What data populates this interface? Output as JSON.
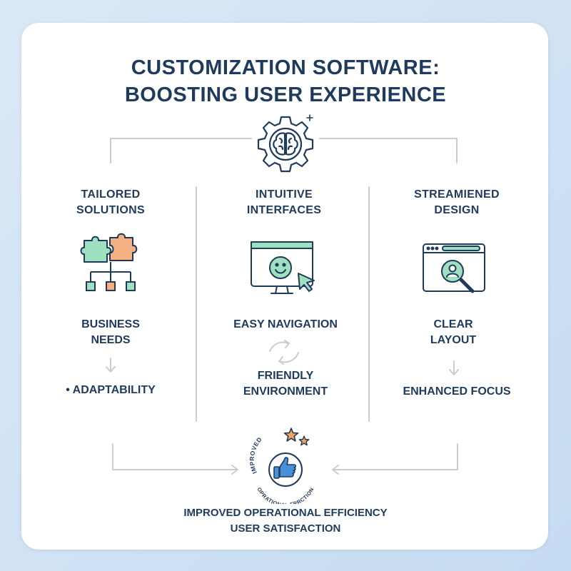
{
  "title": {
    "line1": "CUSTOMIZATION SOFTWARE:",
    "line2": "BOOSTING USER EXPERIENCE"
  },
  "hub_icon": "gear-brain-icon",
  "columns": [
    {
      "title_line1": "TAILORED",
      "title_line2": "SOLUTIONS",
      "icon": "puzzle-hierarchy-icon",
      "item1_line1": "BUSINESS",
      "item1_line2": "NEEDS",
      "item2": "• ADAPTABILITY"
    },
    {
      "title_line1": "INTUITIVE",
      "title_line2": "INTERFACES",
      "icon": "monitor-smiley-cursor-icon",
      "item1": "EASY NAVIGATION",
      "item2_line1": "FRIENDLY",
      "item2_line2": "ENVIRONMENT"
    },
    {
      "title_line1": "STREAMIENED",
      "title_line2": "DESIGN",
      "icon": "browser-magnifier-icon",
      "item1_line1": "CLEAR",
      "item1_line2": "LAYOUT",
      "item2": "ENHANCED FOCUS"
    }
  ],
  "badge": {
    "icon": "thumbs-up-stars-icon",
    "arc_top": "IMPROVED",
    "arc_bottom": "OPRATIONAL FRRCTION"
  },
  "outcome": {
    "line1": "IMPROVED OPERATIONAL EFFICIENCY",
    "line2": "USER SATISFACTION"
  },
  "colors": {
    "navy": "#1f3b5c",
    "mint": "#9fe0c0",
    "peach": "#f4b080",
    "star": "#f2a35e",
    "thumb": "#4a90d9",
    "line": "#c8cdd3"
  }
}
